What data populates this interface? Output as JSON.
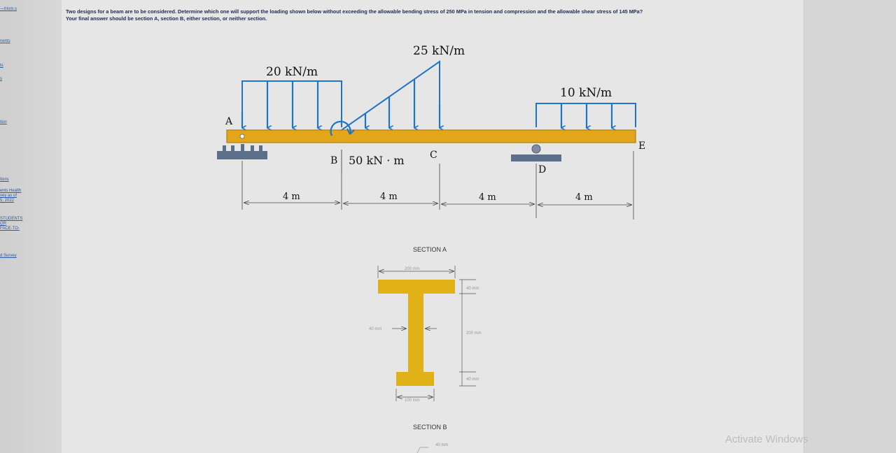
{
  "sidebar": {
    "items": [
      {
        "label": "—triom.s"
      },
      {
        "label": "nents"
      },
      {
        "label": "ts"
      },
      {
        "label": "s"
      },
      {
        "label": "tion"
      },
      {
        "label": "tions"
      },
      {
        "label": "ents Health\nvey as of\n5, 2022"
      },
      {
        "label": "STUDENTS\nOR\nFACE-TO-"
      },
      {
        "label": "d Survey"
      }
    ]
  },
  "question": {
    "line1": "Two designs for a beam are to be considered. Determine which one will support the loading shown below without exceeding the allowable bending stress of 250 MPa in tension and compression and the allowable shear stress of 145 MPa?",
    "line2": "Your final answer should be section A, section B, either section, or neither section."
  },
  "diagram": {
    "load_ab": "20 kN/m",
    "load_tri": "25 kN/m",
    "load_de": "10 kN/m",
    "moment": "50 kN · m",
    "point_a": "A",
    "point_b": "B",
    "point_c": "C",
    "point_d": "D",
    "point_e": "E",
    "span1": "4 m",
    "span2": "4 m",
    "span3": "4 m",
    "span4": "4 m",
    "section_a_title": "SECTION A",
    "dim_flange_width": "200 mm",
    "dim_flange_thick": "40 mm",
    "dim_web_height": "200 mm",
    "dim_web_thick": "40 mm",
    "dim_bottom_thick": "40 mm",
    "dim_bottom_width": "100 mm",
    "section_b_title": "SECTION B",
    "dim_b_partial": "40 mm"
  },
  "colors": {
    "beam": "#e1a619",
    "beam_edge": "#b27d0c",
    "arrow": "#1f74c4",
    "support": "#5b6e8a"
  },
  "watermark": "Activate Windows"
}
